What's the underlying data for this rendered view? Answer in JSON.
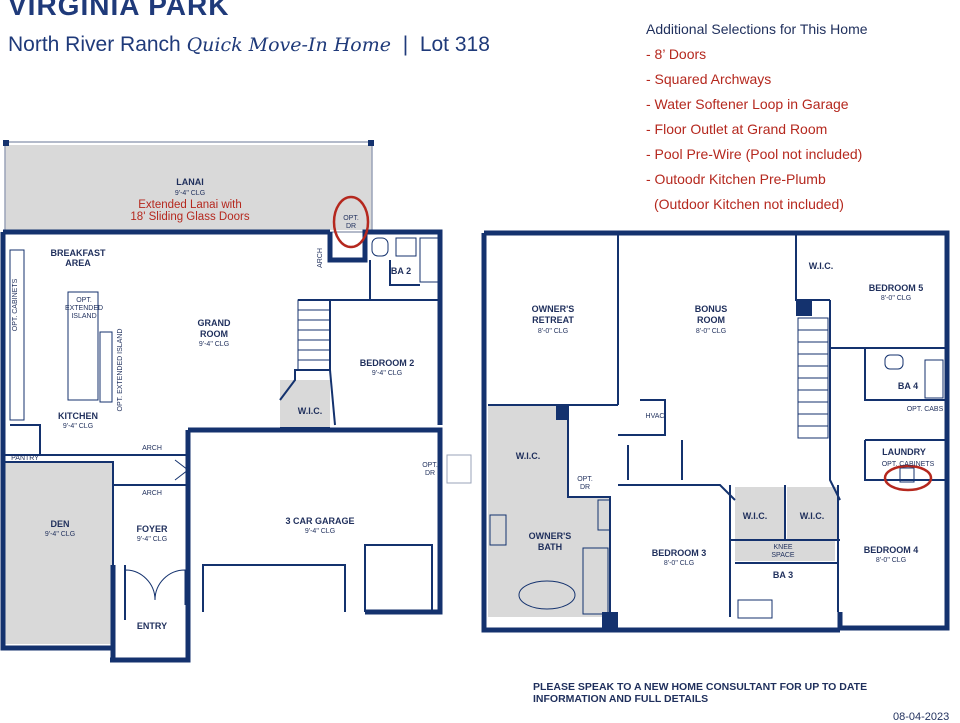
{
  "header": {
    "title": "VIRGINIA PARK",
    "community": "North River Ranch",
    "home_type": "Quick Move-In Home",
    "separator": "|",
    "lot": "Lot 318"
  },
  "selections": {
    "heading": "Additional Selections for This Home",
    "items": [
      "- 8’ Doors",
      "- Squared Archways",
      "- Water Softener Loop in Garage",
      "- Floor Outlet at Grand Room",
      "- Pool Pre-Wire (Pool not included)",
      "- Outoodr Kitchen Pre-Plumb",
      "(Outdoor Kitchen not included)"
    ]
  },
  "first_floor": {
    "lanai": {
      "name": "LANAI",
      "clg": "9'-4\" CLG",
      "note1": "Extended Lanai with",
      "note2": "18' Sliding Glass Doors"
    },
    "opt_dr": {
      "l1": "OPT.",
      "l2": "DR"
    },
    "breakfast": {
      "l1": "BREAKFAST",
      "l2": "AREA"
    },
    "opt_cabinets": "OPT. CABINETS",
    "opt_island": {
      "l1": "OPT.",
      "l2": "EXTENDED",
      "l3": "ISLAND"
    },
    "opt_ext_island": "OPT. EXTENDED ISLAND",
    "grand_room": {
      "l1": "GRAND",
      "l2": "ROOM",
      "clg": "9'-4\" CLG"
    },
    "kitchen": {
      "name": "KITCHEN",
      "clg": "9'-4\" CLG"
    },
    "pantry": "PANTRY",
    "arch": "ARCH",
    "ba2": "BA 2",
    "bedroom2": {
      "name": "BEDROOM 2",
      "clg": "9'-4\" CLG"
    },
    "wic": "W.I.C.",
    "den": {
      "name": "DEN",
      "clg": "9'-4\" CLG"
    },
    "foyer": {
      "name": "FOYER",
      "clg": "9'-4\" CLG"
    },
    "garage": {
      "name": "3 CAR GARAGE",
      "clg": "9'-4\" CLG"
    },
    "garage_opt_dr": {
      "l1": "OPT.",
      "l2": "DR"
    },
    "entry": "ENTRY"
  },
  "second_floor": {
    "owners_retreat": {
      "l1": "OWNER'S",
      "l2": "RETREAT",
      "clg": "8'-0\" CLG"
    },
    "bonus_room": {
      "l1": "BONUS",
      "l2": "ROOM",
      "clg": "8'-0\" CLG"
    },
    "hvac": "HVAC",
    "wic": "W.I.C.",
    "bedroom5": {
      "name": "BEDROOM 5",
      "clg": "8'-0\" CLG"
    },
    "ba4": "BA 4",
    "opt_cabs": "OPT. CABS",
    "laundry": "LAUNDRY",
    "opt_cabinets": "OPT. CABINETS",
    "opt_dr": {
      "l1": "OPT.",
      "l2": "DR"
    },
    "owners_bath": {
      "l1": "OWNER'S",
      "l2": "BATH"
    },
    "bedroom3": {
      "name": "BEDROOM 3",
      "clg": "8'-0\" CLG"
    },
    "knee_space": {
      "l1": "KNEE",
      "l2": "SPACE"
    },
    "ba3": "BA 3",
    "bedroom4": {
      "name": "BEDROOM 4",
      "clg": "8'-0\" CLG"
    }
  },
  "footer": {
    "disclaimer_l1": "PLEASE SPEAK TO A NEW HOME CONSULTANT FOR UP TO DATE",
    "disclaimer_l2": "INFORMATION AND FULL DETAILS",
    "date": "08-04-2023"
  },
  "colors": {
    "wall": "#14326e",
    "note_red": "#b5281e",
    "shade": "#d9d9d9",
    "text": "#1f2f5c"
  }
}
